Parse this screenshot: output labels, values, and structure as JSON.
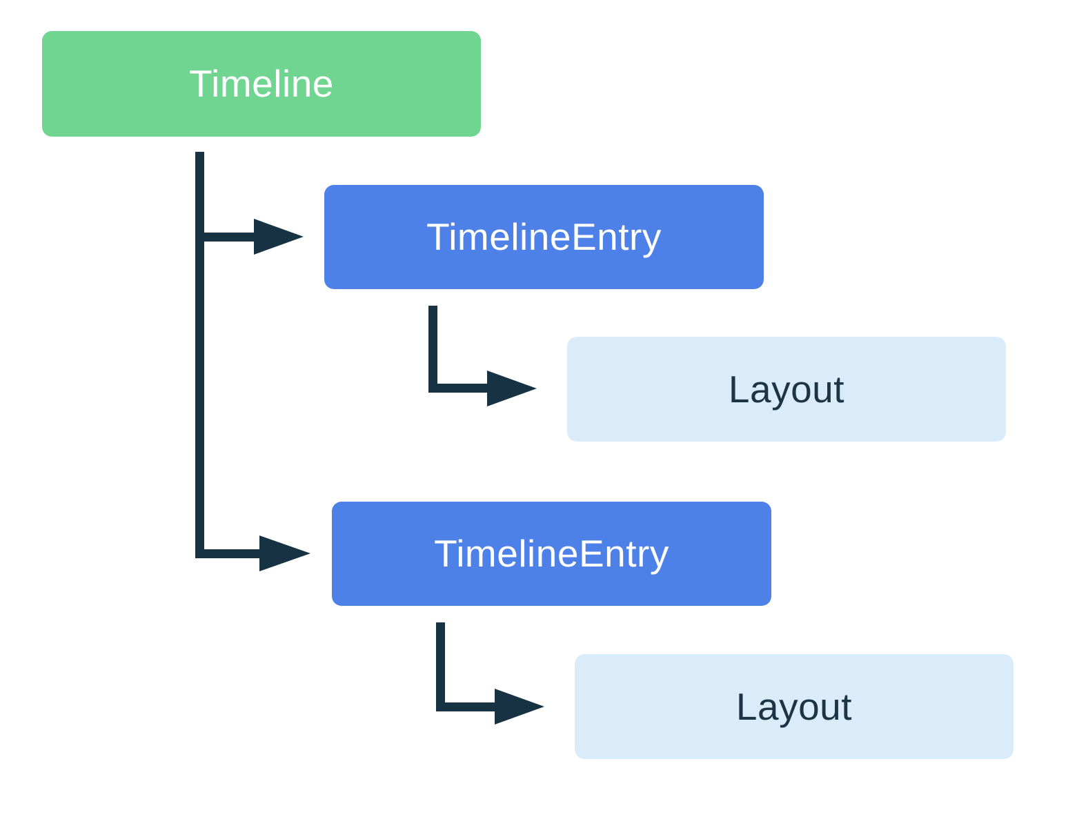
{
  "diagram": {
    "type": "tree",
    "description": "Widget hierarchy tree: Timeline contains two TimelineEntry children, each containing a Layout child",
    "nodes": [
      {
        "id": "timeline",
        "label": "Timeline",
        "role": "root",
        "parent": null
      },
      {
        "id": "entry1",
        "label": "TimelineEntry",
        "role": "child",
        "parent": "timeline"
      },
      {
        "id": "layout1",
        "label": "Layout",
        "role": "leaf",
        "parent": "entry1"
      },
      {
        "id": "entry2",
        "label": "TimelineEntry",
        "role": "child",
        "parent": "timeline"
      },
      {
        "id": "layout2",
        "label": "Layout",
        "role": "leaf",
        "parent": "entry2"
      }
    ],
    "edges": [
      {
        "from": "timeline",
        "to": "entry1"
      },
      {
        "from": "timeline",
        "to": "entry2"
      },
      {
        "from": "entry1",
        "to": "layout1"
      },
      {
        "from": "entry2",
        "to": "layout2"
      }
    ]
  },
  "colors": {
    "background": "#ffffff",
    "root-node": "#70d590",
    "entry-node": "#4e81e8",
    "leaf-node": "#daecfa",
    "connector": "#173243",
    "root-text": "#ffffff",
    "entry-text": "#ffffff",
    "leaf-text": "#1d3445"
  }
}
